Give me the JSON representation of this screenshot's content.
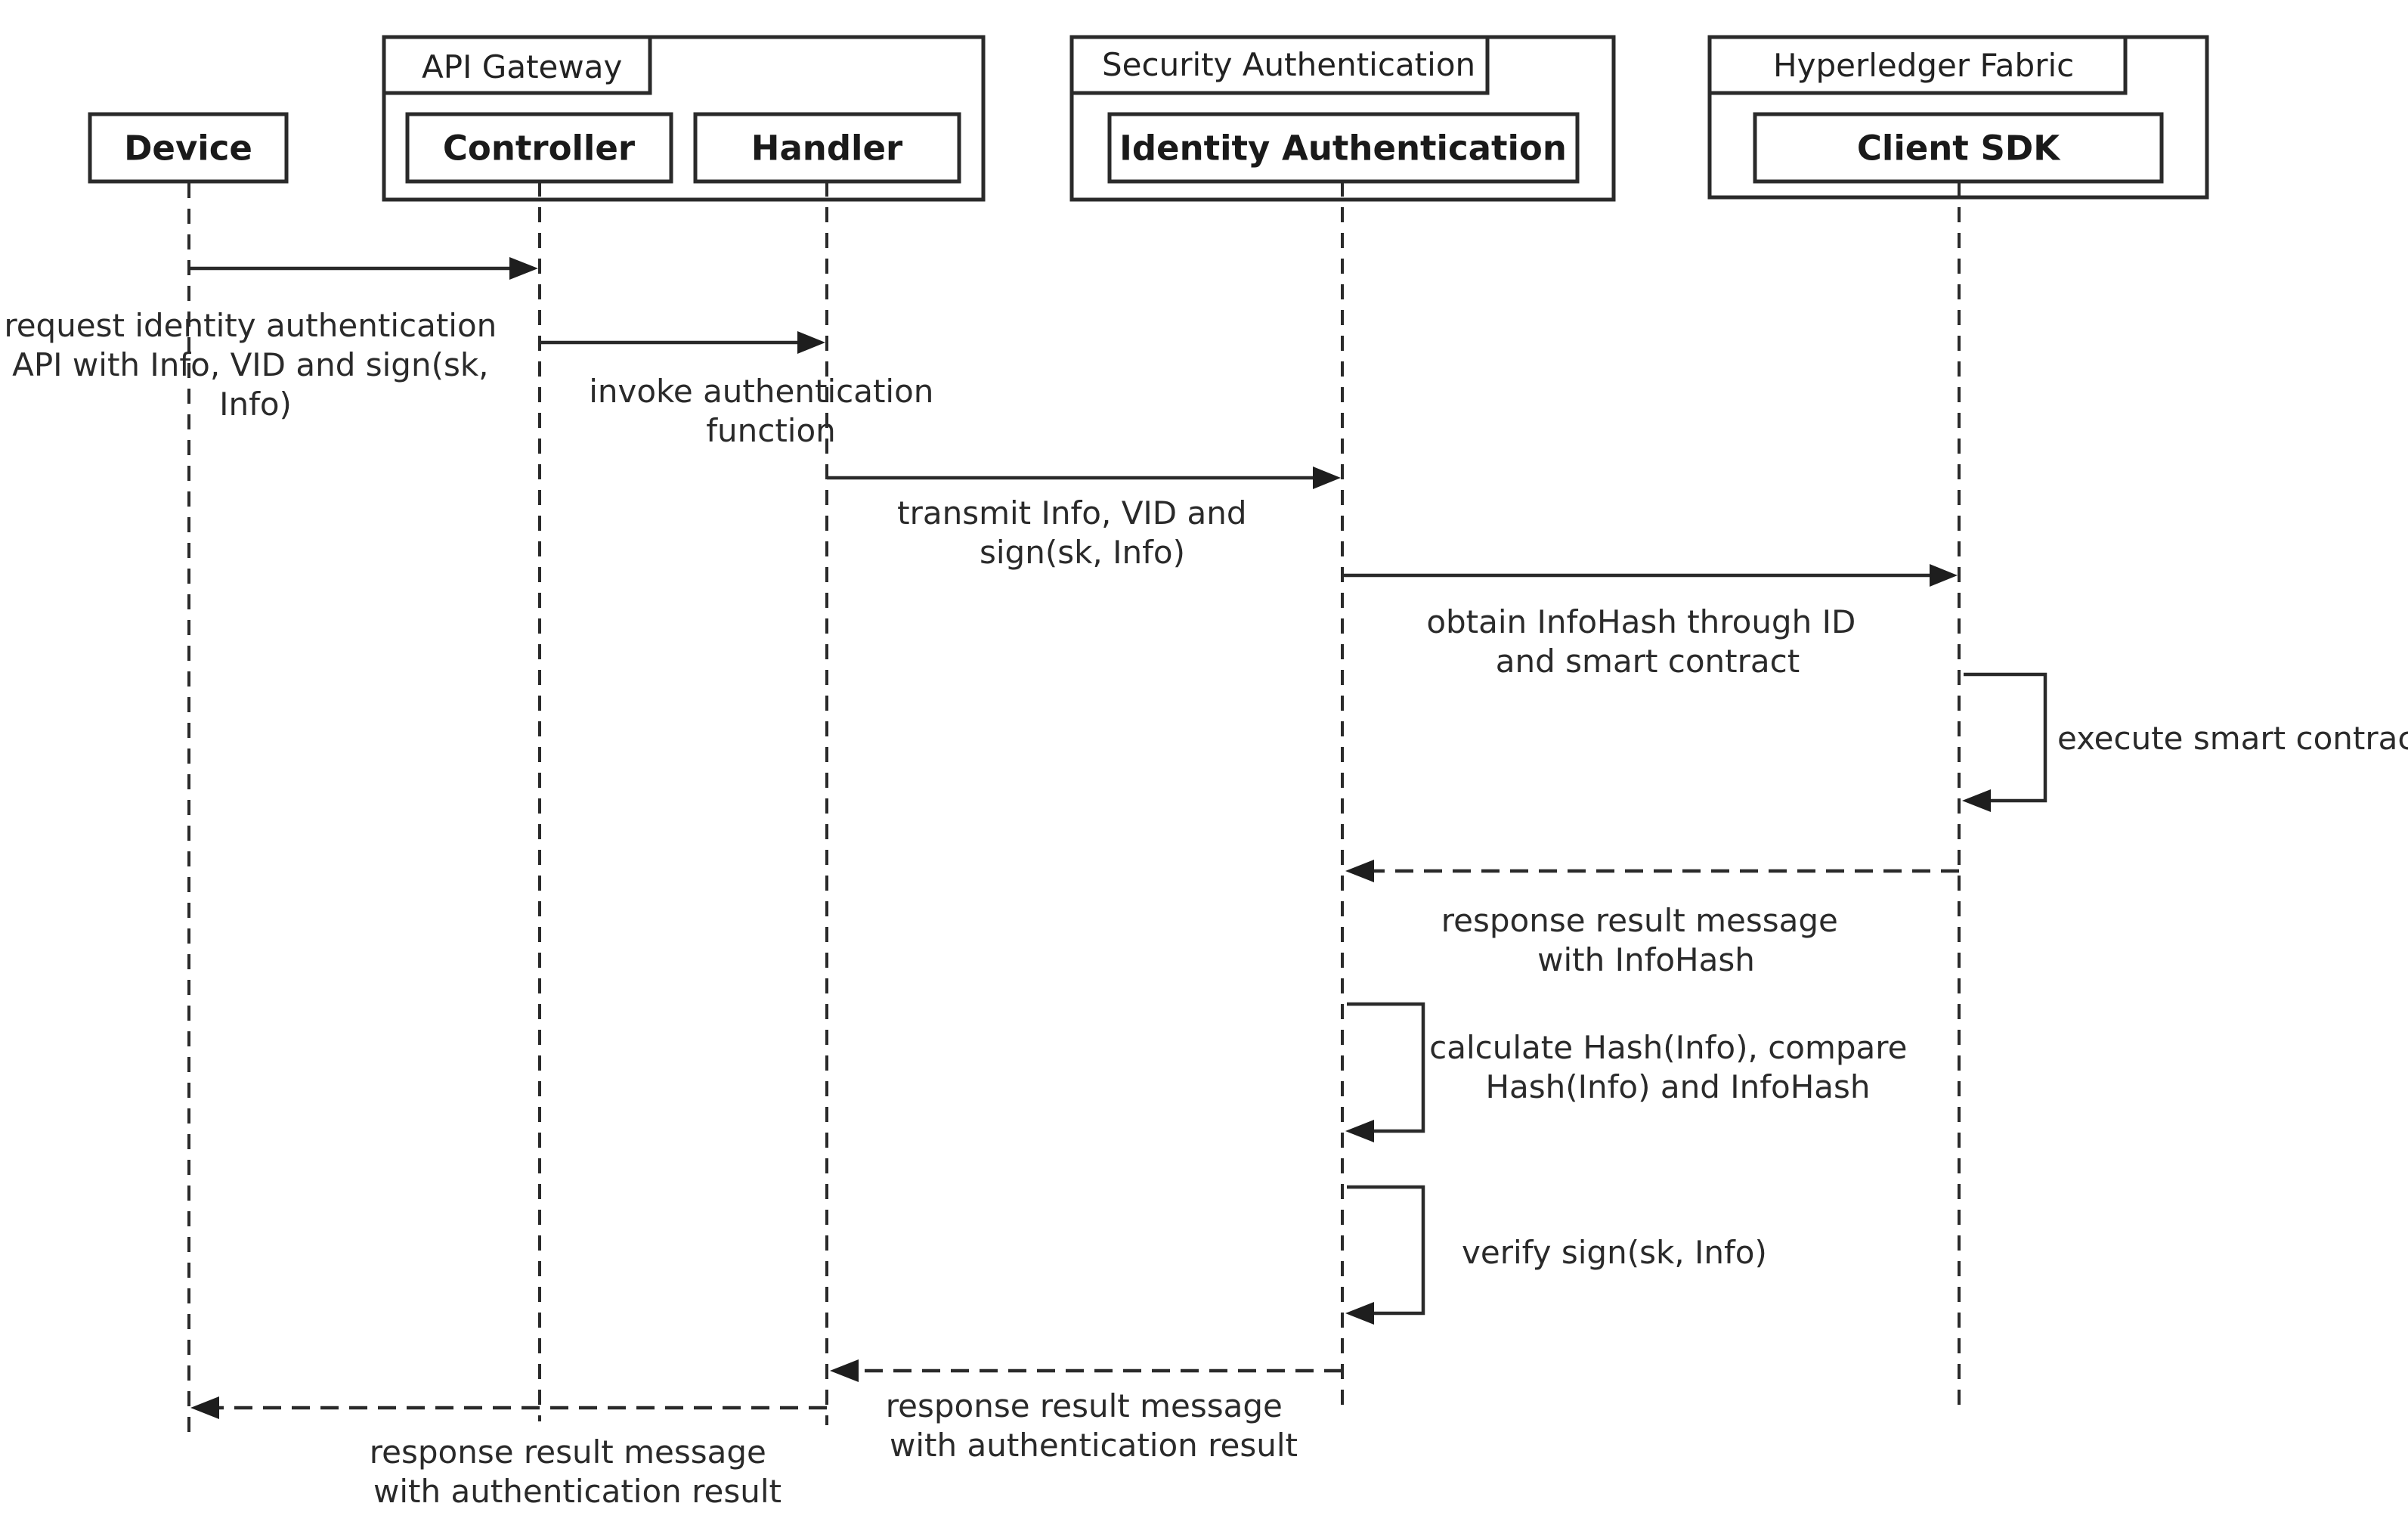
{
  "groups": [
    {
      "id": "api-gateway",
      "label": "API Gateway"
    },
    {
      "id": "security-authentication",
      "label": "Security Authentication"
    },
    {
      "id": "hyperledger-fabric",
      "label": "Hyperledger Fabric"
    }
  ],
  "participants": [
    {
      "id": "device",
      "label": "Device"
    },
    {
      "id": "controller",
      "label": "Controller"
    },
    {
      "id": "handler",
      "label": "Handler"
    },
    {
      "id": "identity-authentication",
      "label": "Identity Authentication"
    },
    {
      "id": "client-sdk",
      "label": "Client SDK"
    }
  ],
  "messages": [
    {
      "id": "request-identity-authentication",
      "from": "device",
      "to": "controller",
      "style": "solid",
      "label": [
        "request identity authentication",
        "API with Info, VID and sign(sk,",
        "Info)"
      ]
    },
    {
      "id": "invoke-authentication-function",
      "from": "controller",
      "to": "handler",
      "style": "solid",
      "label": [
        "invoke authentication",
        "function"
      ]
    },
    {
      "id": "transmit-info",
      "from": "handler",
      "to": "identity-authentication",
      "style": "solid",
      "label": [
        "transmit Info, VID and",
        "sign(sk, Info)"
      ]
    },
    {
      "id": "obtain-infohash",
      "from": "identity-authentication",
      "to": "client-sdk",
      "style": "solid",
      "label": [
        "obtain InfoHash through ID",
        "and smart contract"
      ]
    },
    {
      "id": "execute-smart-contract",
      "from": "client-sdk",
      "to": "client-sdk",
      "style": "self",
      "label": [
        "execute smart contract"
      ]
    },
    {
      "id": "response-with-infohash",
      "from": "client-sdk",
      "to": "identity-authentication",
      "style": "dashed",
      "label": [
        "response result message",
        "with InfoHash"
      ]
    },
    {
      "id": "calculate-hash",
      "from": "identity-authentication",
      "to": "identity-authentication",
      "style": "self",
      "label": [
        "calculate Hash(Info), compare",
        "Hash(Info) and InfoHash"
      ]
    },
    {
      "id": "verify-sign",
      "from": "identity-authentication",
      "to": "identity-authentication",
      "style": "self",
      "label": [
        "verify sign(sk, Info)"
      ]
    },
    {
      "id": "response-to-handler",
      "from": "identity-authentication",
      "to": "handler",
      "style": "dashed",
      "label": [
        "response result message",
        "with authentication result"
      ]
    },
    {
      "id": "response-to-device",
      "from": "handler",
      "to": "device",
      "style": "dashed",
      "label": [
        "response result message",
        "with authentication result"
      ]
    }
  ]
}
